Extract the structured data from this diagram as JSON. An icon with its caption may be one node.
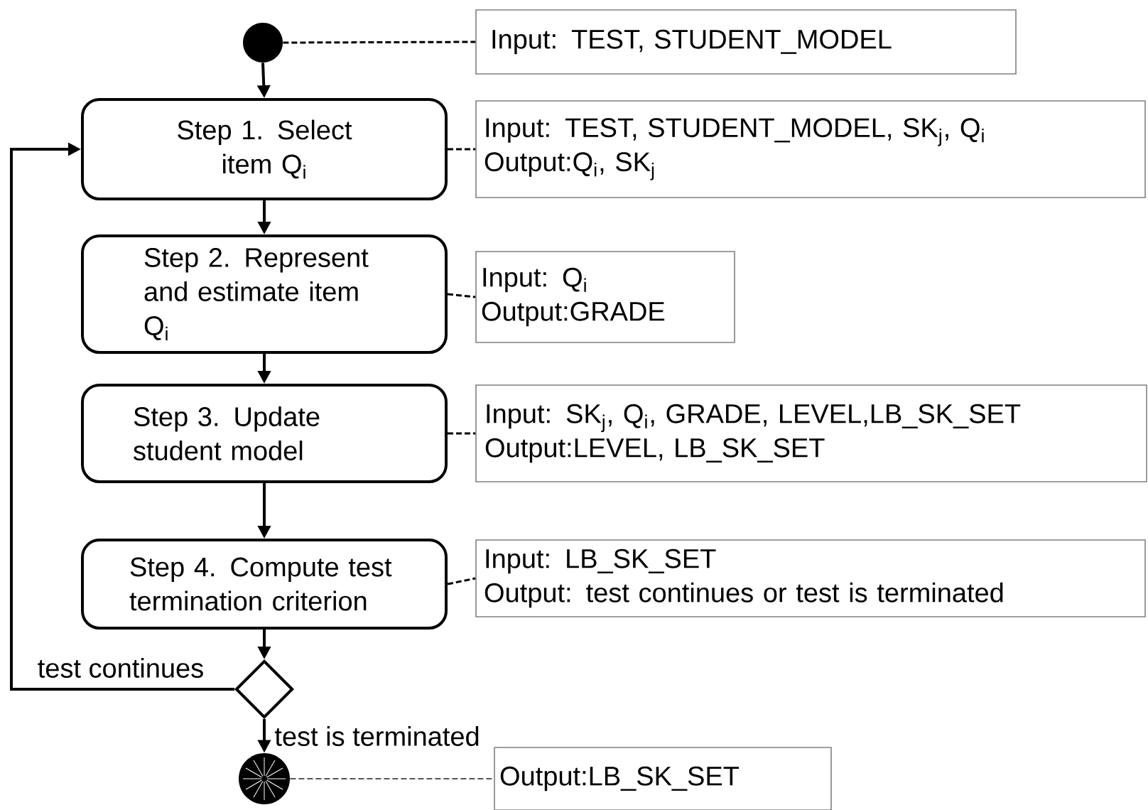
{
  "diagram": {
    "nodes": [
      {
        "text": [],
        "shape": "circle"
      },
      {
        "text": [
          "Input: TEST, STUDENT_MODEL"
        ]
      },
      {
        "text": [
          "Step 1. Select item Q$_{i}$"
        ]
      },
      {
        "text": [
          "Input: TEST, STUDENT_MODEL, SK$_{j}$, Q$_{i}$",
          "Output:Q$_{i}$, SK$_{j}$"
        ]
      },
      {
        "text": [
          "Step 2. Represent and estimate item Q$_{i}$"
        ]
      },
      {
        "text": [
          "Input: Q$_{i}$",
          "Output:GRADE"
        ]
      },
      {
        "text": [
          "Step 3. Update student model"
        ]
      },
      {
        "text": [
          "Input: SK$_{j}$, Q$_{i}$, GRADE, LEVEL,LB_SK_SET",
          "Output:LEVEL, LB_SK_SET"
        ]
      },
      {
        "text": [
          "Step 4. Compute test termination criterion"
        ]
      },
      {
        "text": [
          "Input: LB_SK_SET",
          "Output: test continues or test is terminated"
        ]
      },
      {
        "text": [],
        "shape": "diamond"
      },
      {
        "text": [],
        "shape": "circle"
      },
      {
        "text": [
          "Output:LB_SK_SET"
        ]
      }
    ],
    "edges": [
      {
        "from": 0,
        "to": 1,
        "arrow": "none",
        "style": "dashed"
      },
      {
        "from": 0,
        "to": 2,
        "arrow": "to"
      },
      {
        "from": 2,
        "to": 3,
        "arrow": "none",
        "style": "dashed"
      },
      {
        "from": 2,
        "to": 4,
        "arrow": "to"
      },
      {
        "from": 4,
        "to": 5,
        "arrow": "none",
        "style": "dashed"
      },
      {
        "from": 4,
        "to": 6,
        "arrow": "to"
      },
      {
        "from": 6,
        "to": 7,
        "arrow": "none",
        "style": "dashed"
      },
      {
        "from": 6,
        "to": 8,
        "arrow": "to"
      },
      {
        "from": 8,
        "to": 9,
        "arrow": "none",
        "style": "dashed"
      },
      {
        "from": 8,
        "to": 10,
        "arrow": "to"
      },
      {
        "from": 10,
        "to": 2,
        "arrow": "to",
        "label": "test continues"
      },
      {
        "from": 10,
        "to": 11,
        "arrow": "to",
        "label": "test is terminated"
      },
      {
        "from": 11,
        "to": 12,
        "arrow": "none",
        "style": "dashed",
        "color": "#555555"
      }
    ]
  }
}
